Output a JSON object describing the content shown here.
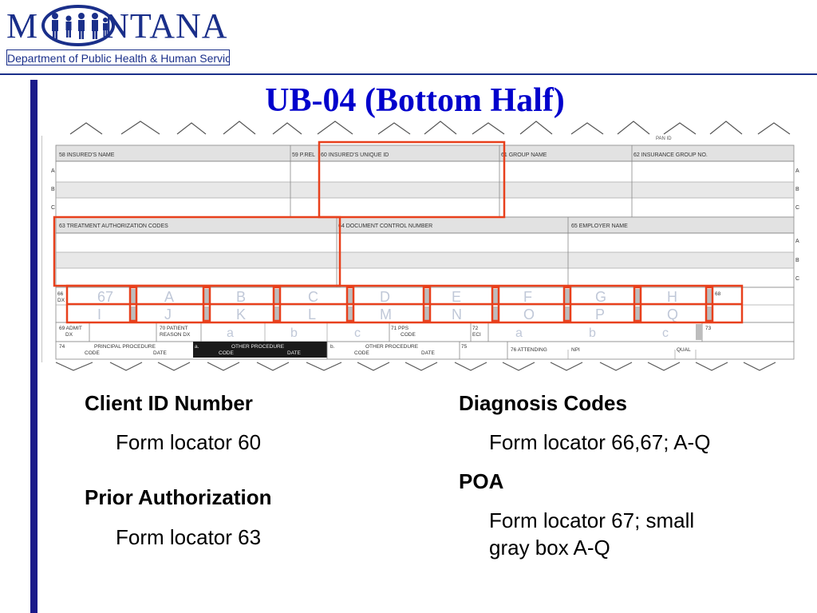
{
  "logo": {
    "word_left": "M",
    "word_right": "NTANA",
    "department": "Department of Public Health & Human Services"
  },
  "title": "UB-04 (Bottom Half)",
  "form": {
    "fields": {
      "f58": "58 INSURED'S NAME",
      "f59": "59 P.REL",
      "f60": "60 INSURED'S UNIQUE ID",
      "f61": "61 GROUP NAME",
      "f62": "62 INSURANCE GROUP NO.",
      "f63": "63 TREATMENT AUTHORIZATION CODES",
      "f64": "64 DOCUMENT CONTROL NUMBER",
      "f65": "65 EMPLOYER NAME",
      "f66": "66",
      "f66b": "DX",
      "f68": "68",
      "f69a": "69 ADMIT",
      "f69b": "DX",
      "f70a": "70 PATIENT",
      "f70b": "REASON DX",
      "f71a": "71 PPS",
      "f71b": "CODE",
      "f72a": "72",
      "f72b": "ECI",
      "f73": "73",
      "f74": "74",
      "f74a": "PRINCIPAL PROCEDURE",
      "code": "CODE",
      "date": "DATE",
      "other": "OTHER PROCEDURE",
      "f74la": "a.",
      "f74lb": "b.",
      "f75": "75",
      "f76": "76 ATTENDING",
      "npi": "NPI",
      "qual": "QUAL",
      "pan": "PAN ID"
    },
    "row_labels": [
      "A",
      "B",
      "C"
    ],
    "diag_row1": [
      "67",
      "A",
      "B",
      "C",
      "D",
      "E",
      "F",
      "G",
      "H"
    ],
    "diag_row2": [
      "I",
      "J",
      "K",
      "L",
      "M",
      "N",
      "O",
      "P",
      "Q"
    ],
    "reason_letters": [
      "a",
      "b",
      "c"
    ],
    "pps_letters": [
      "a",
      "b",
      "c"
    ]
  },
  "captions": {
    "client_id_heading": "Client ID Number",
    "client_id_text": "Form locator 60",
    "prior_auth_heading": "Prior Authorization",
    "prior_auth_text": "Form locator 63",
    "diag_heading": "Diagnosis Codes",
    "diag_text": "Form locator 66,67; A-Q",
    "poa_heading": "POA",
    "poa_text_1": "Form locator 67; small",
    "poa_text_2": "gray box A-Q"
  },
  "colors": {
    "brand_blue": "#1a2f8a",
    "title_blue": "#0000cc",
    "highlight_red": "#e8401c"
  }
}
